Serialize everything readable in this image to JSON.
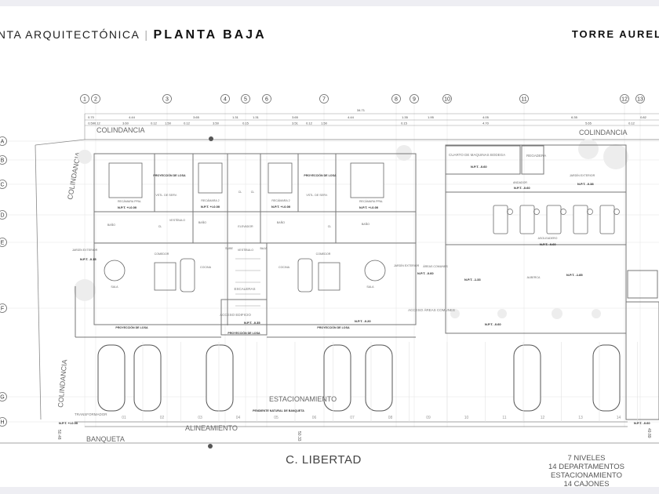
{
  "header": {
    "section": "ANTA ARQUITECTÓNICA",
    "separator": "|",
    "title": "PLANTA BAJA",
    "project": "TORRE AUREL"
  },
  "grid": {
    "columns": [
      "1",
      "2",
      "3",
      "4",
      "5",
      "6",
      "7",
      "8",
      "9",
      "10",
      "11",
      "12",
      "13"
    ],
    "rows": [
      "A",
      "B",
      "C",
      "D",
      "E",
      "F",
      "G",
      "H"
    ]
  },
  "dimensions": {
    "total": "34.71",
    "top": [
      "0.70",
      "4.44",
      "3.65",
      "1.31",
      "1.31",
      "3.65",
      "4.44",
      "1.35",
      "1.95",
      "4.05",
      "6.35",
      "0.82"
    ],
    "sub": [
      "0.590.12",
      "3.60",
      "0.12",
      "1.50",
      "0.12",
      "3.50",
      "0.15",
      "3.51",
      "0.12",
      "1.50",
      "0.15",
      "4.70",
      "5.65",
      "0.12"
    ]
  },
  "labels": {
    "colindancia_top": "COLINDANCIA",
    "colindancia_top_right": "COLINDANCIA",
    "colindancia_left": "COLINDANCIA",
    "colindancia_left_low": "COLINDANCIA",
    "proyeccion_losa": "PROYECCIÓN DE LOSA",
    "recamara_ppal": "RECÁMARA PPAL",
    "recamara_2": "RECÁMARA 2",
    "vstl_serv": "VSTL. DE SERV.",
    "closet": "CL",
    "elevador": "ELEVADOR",
    "vestibulo": "VESTÍBULO",
    "bano": "BAÑO",
    "jardin_exterior": "JARDÍN EXTERIOR",
    "comedor": "COMEDOR",
    "cocina": "COCINA",
    "sala": "SALA",
    "escaleras": "ESCALERAS",
    "acceso_edificio": "ACCESO EDIFICIO",
    "sube": "SUBE",
    "baja": "BAJA",
    "cuarto_maquinas": "CUARTO DE MAQUINAS BODEGA",
    "regadera": "REGADERA",
    "andador": "ANDADOR",
    "asoleadero": "ASOLEADERO",
    "areas_comunes": "ÁREAS COMUNES",
    "alberca": "ALBERCA",
    "acceso_areas_comunes": "ACCESO ÁREAS COMUNES",
    "transformador": "TRANSFORMADOR",
    "estacionamiento": "ESTACIONAMIENTO",
    "pendiente": "PENDIENTE NATURAL DE BANQUETA",
    "alineamiento": "ALINEAMIENTO",
    "banqueta": "BANQUETA",
    "street": "C. LIBERTAD"
  },
  "levels": {
    "npt": "N.P.T.",
    "v000": "+/-0.00",
    "m015": "-0.15",
    "m020": "-0.20",
    "m035": "-0.35",
    "m060": "-0.60",
    "m133": "-1.33",
    "m185": "-1.85",
    "m038": "-0.38",
    "e5048": "50.48",
    "e5033": "50.33",
    "e4989": "49.89"
  },
  "parking_spots": [
    "01",
    "02",
    "03",
    "04",
    "05",
    "06",
    "07",
    "08",
    "09",
    "10",
    "11",
    "12",
    "13",
    "14"
  ],
  "notes": [
    "7 NIVELES",
    "14 DEPARTAMENTOS",
    "ESTACIONAMIENTO",
    "14 CAJONES"
  ]
}
